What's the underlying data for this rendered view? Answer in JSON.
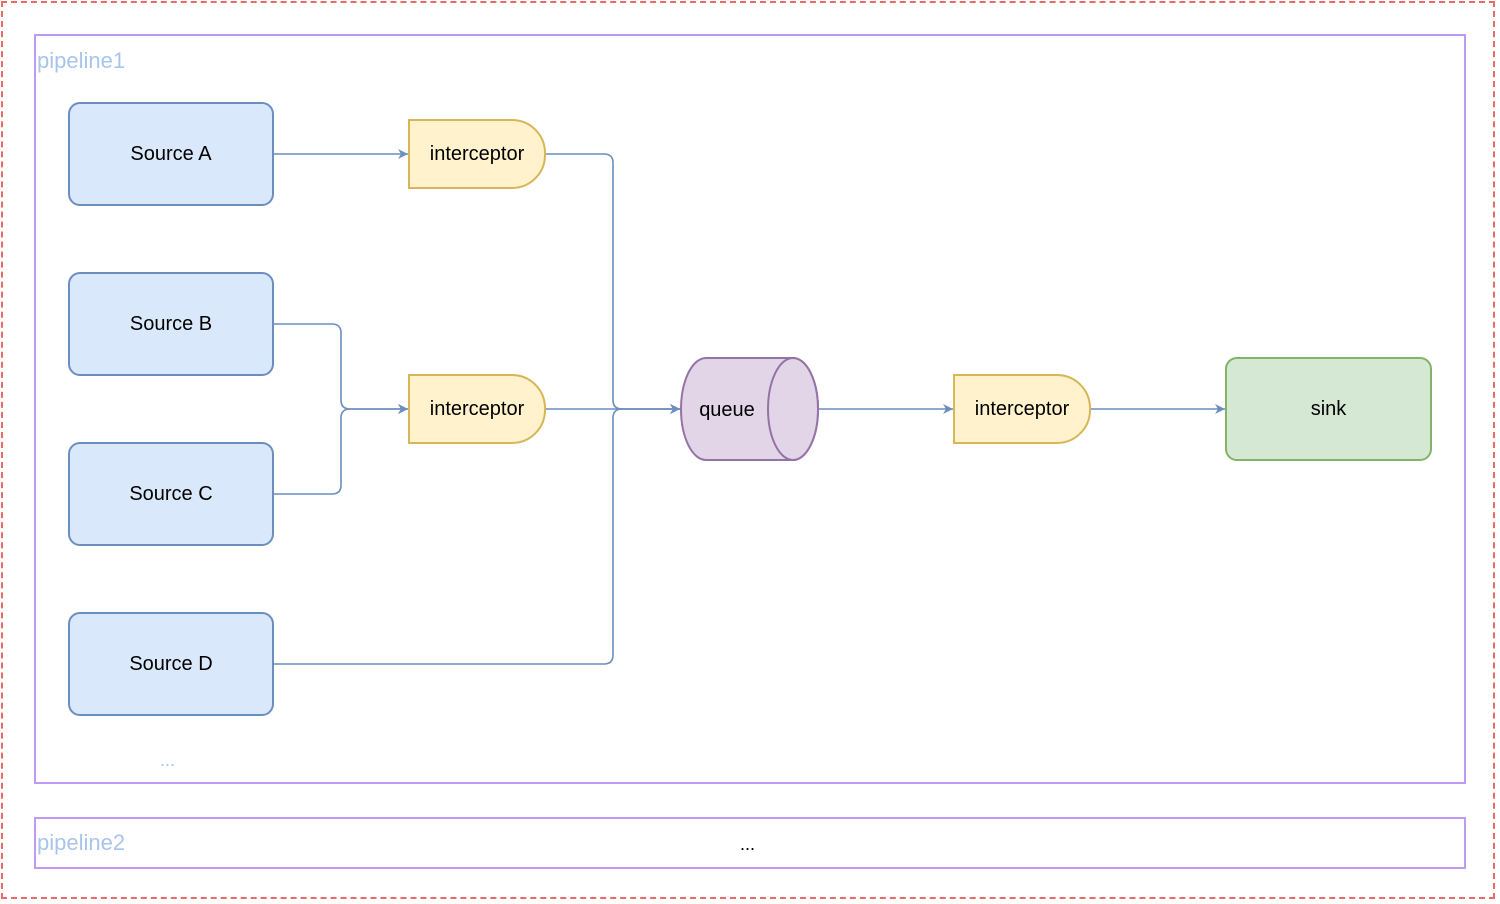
{
  "pipelines": [
    {
      "label": "pipeline1"
    },
    {
      "label": "pipeline2",
      "placeholder": "..."
    }
  ],
  "sources": [
    "Source A",
    "Source B",
    "Source C",
    "Source D"
  ],
  "sources_more": "...",
  "interceptors": [
    "interceptor",
    "interceptor",
    "interceptor"
  ],
  "queue": "queue",
  "sink": "sink",
  "colors": {
    "outer_border": "#ea6b66",
    "pipeline_border": "#c099f4",
    "pipeline_label": "#a9c4eb",
    "source_fill": "#dae8fc",
    "source_stroke": "#6c8ebf",
    "interceptor_fill": "#fff2cc",
    "interceptor_stroke": "#d6b656",
    "queue_fill": "#e1d5e7",
    "queue_stroke": "#9673a6",
    "sink_fill": "#d5e8d4",
    "sink_stroke": "#82b366",
    "edge": "#6c8ebf"
  }
}
